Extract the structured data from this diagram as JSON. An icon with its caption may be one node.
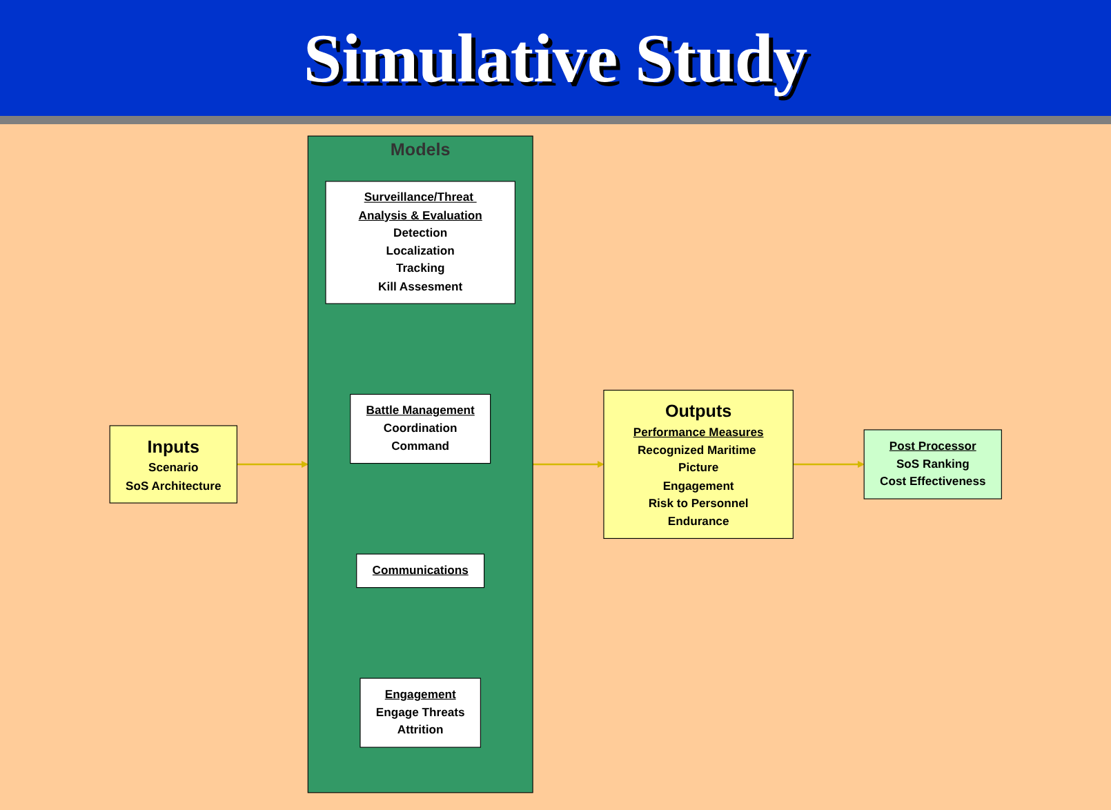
{
  "diagram": {
    "title": "Simulative Study",
    "nodes": [
      {
        "text": [
          "Inputs",
          "Scenario",
          "SoS Architecture"
        ]
      },
      {
        "text": [
          "Models"
        ]
      },
      {
        "text": [
          "Surveillance/Threat Analysis & Evaluation",
          "Detection",
          "Localization",
          "Tracking",
          "Kill Assesment"
        ],
        "in": 1
      },
      {
        "text": [
          "Battle Management",
          "Coordination",
          "Command"
        ],
        "in": 1
      },
      {
        "text": [
          "Communications"
        ],
        "in": 1
      },
      {
        "text": [
          "Engagement",
          "Engage Threats",
          "Attrition"
        ],
        "in": 1
      },
      {
        "text": [
          "Outputs",
          "Performance Measures",
          "Recognized Maritime Picture",
          "Engagement",
          "Risk to Personnel",
          "Endurance"
        ]
      },
      {
        "text": [
          "Post Processor",
          "SoS Ranking",
          "Cost Effectiveness"
        ]
      }
    ],
    "edges": [
      {
        "from": 0,
        "to": 1,
        "arrow": "to"
      },
      {
        "from": 1,
        "to": 6,
        "arrow": "to"
      },
      {
        "from": 6,
        "to": 7,
        "arrow": "to"
      }
    ]
  }
}
